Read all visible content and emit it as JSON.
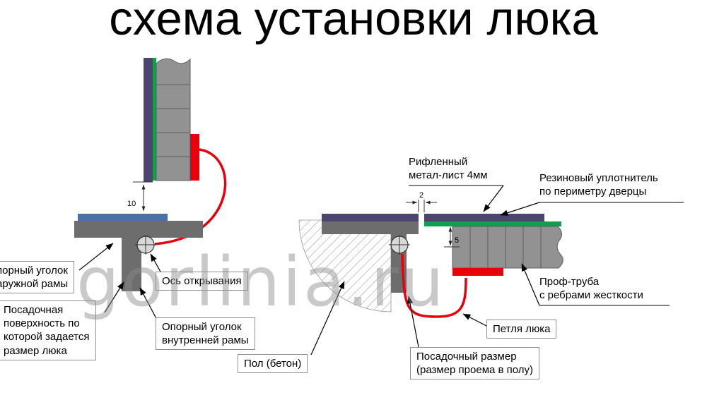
{
  "title": "схема установки люка",
  "watermark": "gorlinia.ru",
  "left": {
    "outer_frame_label": "порный уголок\nаружной рамы",
    "axis_label": "Ось открывания",
    "seating_surface_label": "Посадочная\nповерхность по\nкоторой задается\nразмер люка",
    "inner_frame_label": "Опорный уголок\nвнутренней рамы",
    "dim_gap": "10"
  },
  "right": {
    "ribbed_sheet_label": "Рифленный\nметал-лист 4мм",
    "rubber_seal_label": "Резиновый уплотнитель\nпо периметру дверцы",
    "profile_tube_label": "Проф-труба\nс ребрами жесткости",
    "hinge_label": "Петля люка",
    "seating_size_label": "Посадочный размер\n(размер проема в полу)",
    "floor_label": "Пол (бетон)",
    "dim_sheet_gap": "2",
    "dim_seal_gap": "5"
  },
  "colors": {
    "metal_sheet_purple": "#4e4470",
    "seal_green": "#0fa04a",
    "steel_gray": "#929292",
    "frame_gray": "#6d6d6d",
    "hinge_red": "#e8000d",
    "angle_blue": "#4a70a6"
  }
}
